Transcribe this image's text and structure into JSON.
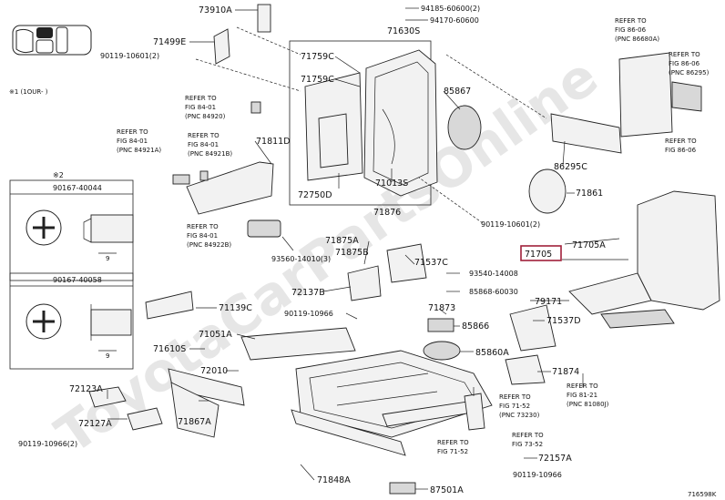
{
  "watermark": "ToyotaCarPartsOnline",
  "legend_note": "※1 (1OUR-  )",
  "callouts": {
    "c73910A": "73910A",
    "c94185": "94185-60600(2)",
    "c94170": "94170-60600",
    "c71630S": "71630S",
    "c71499E": "71499E",
    "c90119_10601_2": "90119-10601(2)",
    "c71759C_a": "71759C",
    "c71759C_b": "71759C",
    "c85867": "85867",
    "c71811D": "71811D",
    "c72750D": "72750D",
    "c71013S": "71013S",
    "c71876": "71876",
    "c71861": "71861",
    "c86295C": "86295C",
    "c90119_10601_2b": "90119-10601(2)",
    "c71705": "71705",
    "c71705A": "71705A",
    "c93560": "93560-14010(3)",
    "c71875A": "71875A",
    "c71875B": "71875B",
    "c71537C": "71537C",
    "c93540": "93540-14008",
    "c85868": "85868-60030",
    "c72137B": "72137B",
    "c79171": "79171",
    "c71139C": "71139C",
    "c90119_10966": "90119-10966",
    "c71873": "71873",
    "c85866": "85866",
    "c71537D": "71537D",
    "c71051A": "71051A",
    "c71610S": "71610S",
    "c72010": "72010",
    "c85860A": "85860A",
    "c71874": "71874",
    "c72123A": "72123A",
    "c71867A": "71867A",
    "c72127A": "72127A",
    "c90119_10966_2": "90119-10966(2)",
    "c71848A": "71848A",
    "c87501A": "87501A",
    "c72157A": "72157A",
    "c90119_10966b": "90119-10966",
    "c90167_40044": "90167-40044",
    "c90167_40058": "90167-40058",
    "c_dim9a": "9",
    "c_dim9b": "9",
    "c_x2": "※2",
    "diagram_code": "716598K"
  },
  "refs": {
    "r1": [
      "REFER TO",
      "FIG 84-01",
      "(PNC 84920)"
    ],
    "r2": [
      "REFER TO",
      "FIG 84-01",
      "(PNC 84921A)"
    ],
    "r3": [
      "REFER TO",
      "FIG 84-01",
      "(PNC 84921B)"
    ],
    "r4": [
      "REFER TO",
      "FIG 84-01",
      "(PNC 84922B)"
    ],
    "r5": [
      "REFER TO",
      "FIG 86-06",
      "(PNC 86680A)"
    ],
    "r6": [
      "REFER TO",
      "FIG 86-06",
      "(PNC 86295)"
    ],
    "r7": [
      "REFER TO",
      "FIG 86-06"
    ],
    "r8": [
      "REFER TO",
      "FIG 71-52",
      "(PNC 73230)"
    ],
    "r9": [
      "REFER TO",
      "FIG 81-21",
      "(PNC 81080J)"
    ],
    "r10": [
      "REFER TO",
      "FIG 73-52"
    ],
    "r11": [
      "REFER TO",
      "FIG 71-52"
    ]
  }
}
